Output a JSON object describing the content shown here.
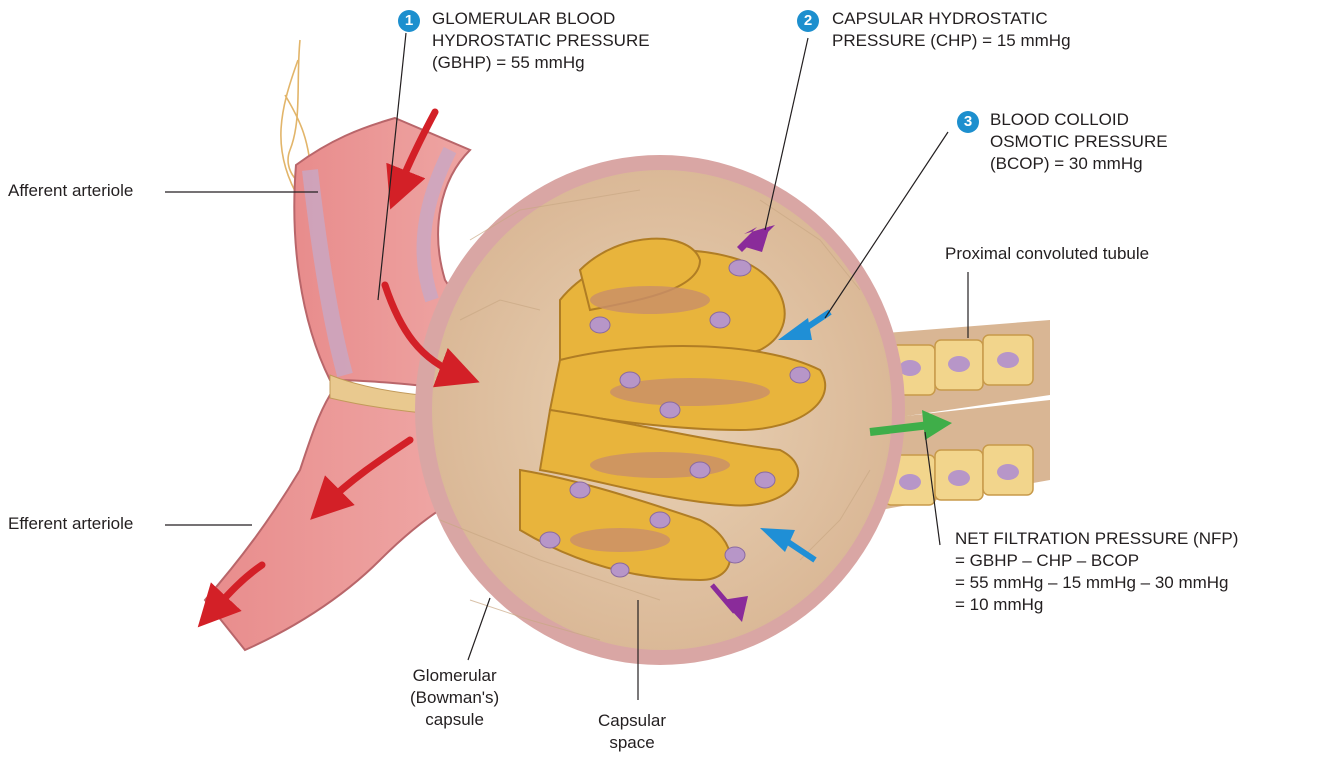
{
  "pressures": [
    {
      "number": "1",
      "lines": [
        "GLOMERULAR BLOOD",
        "HYDROSTATIC PRESSURE",
        "(GBHP) = 55 mmHg"
      ]
    },
    {
      "number": "2",
      "lines": [
        "CAPSULAR HYDROSTATIC",
        "PRESSURE (CHP) = 15 mmHg"
      ]
    },
    {
      "number": "3",
      "lines": [
        "BLOOD COLLOID",
        "OSMOTIC PRESSURE",
        "(BCOP) = 30 mmHg"
      ]
    }
  ],
  "labels": {
    "afferent": "Afferent arteriole",
    "efferent": "Efferent arteriole",
    "proximal": "Proximal convoluted tubule",
    "capsule": [
      "Glomerular",
      "(Bowman's)",
      "capsule"
    ],
    "capsular_space": [
      "Capsular",
      "space"
    ]
  },
  "nfp": {
    "lines": [
      "NET FILTRATION PRESSURE (NFP)",
      "= GBHP – CHP – BCOP",
      "= 55 mmHg – 15 mmHg – 30 mmHg",
      "= 10 mmHg"
    ]
  },
  "colors": {
    "badge": "#1d8fce",
    "red_arrow": "#d32027",
    "purple_arrow": "#8a2b9a",
    "blue_arrow": "#1f8fd6",
    "green_arrow": "#3fae49",
    "capillary": "#e8b43c",
    "arteriole": "#e58a8a"
  }
}
